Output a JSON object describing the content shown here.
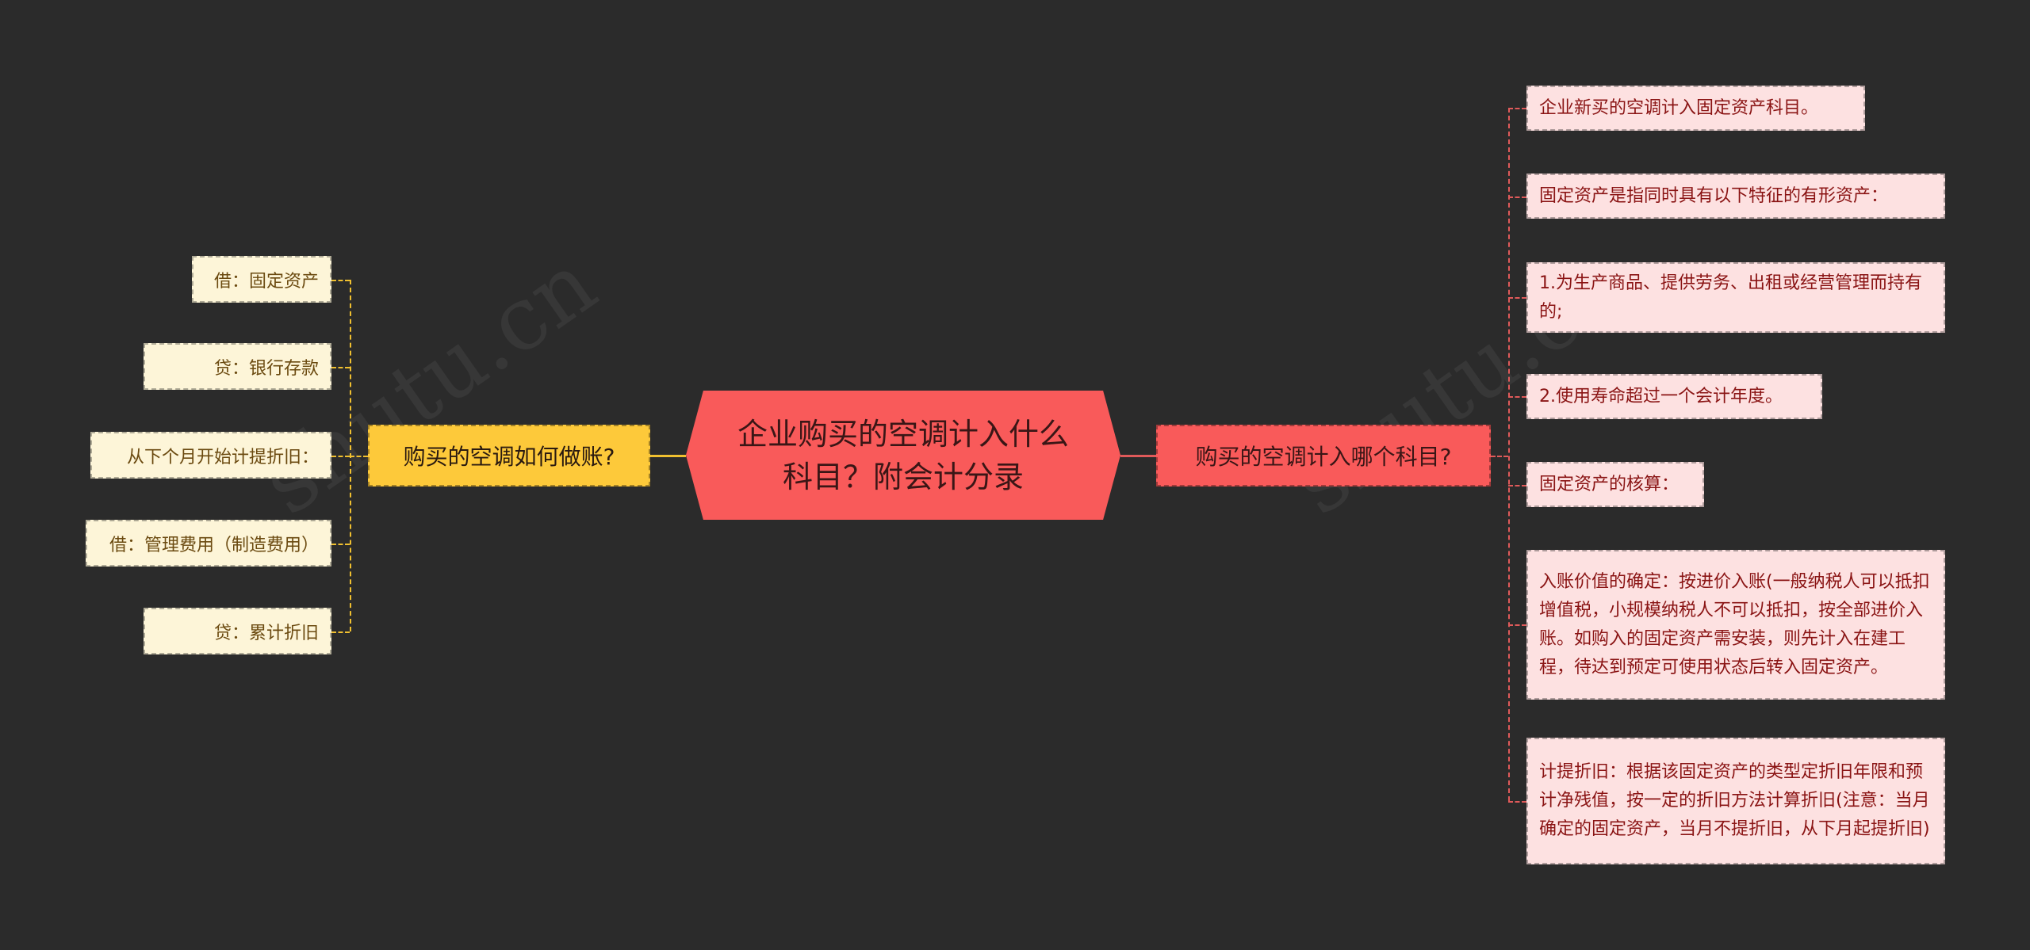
{
  "center": {
    "title": "企业购买的空调计入什么科目？附会计分录"
  },
  "left_branch": {
    "label": "购买的空调如何做账?",
    "items": [
      "借：固定资产",
      "贷：银行存款",
      "从下个月开始计提折旧：",
      "借：管理费用（制造费用）",
      "贷：累计折旧"
    ]
  },
  "right_branch": {
    "label": "购买的空调计入哪个科目?",
    "items": [
      "企业新买的空调计入固定资产科目。",
      "固定资产是指同时具有以下特征的有形资产：",
      "1.为生产商品、提供劳务、出租或经营管理而持有的;",
      "2.使用寿命超过一个会计年度。",
      "固定资产的核算：",
      "入账价值的确定：按进价入账(一般纳税人可以抵扣增值税，小规模纳税人不可以抵扣，按全部进价入账。如购入的固定资产需安装，则先计入在建工程，待达到预定可使用状态后转入固定资产。",
      "计提折旧：根据该固定资产的类型定折旧年限和预计净残值，按一定的折旧方法计算折旧(注意：当月确定的固定资产，当月不提折旧，从下月起提折旧)"
    ]
  },
  "colors": {
    "background": "#2b2b2b",
    "center": "#f95a5a",
    "left_branch": "#fdc93a",
    "left_leaf": "#fdf5d8",
    "right_leaf": "#fde1e1"
  }
}
